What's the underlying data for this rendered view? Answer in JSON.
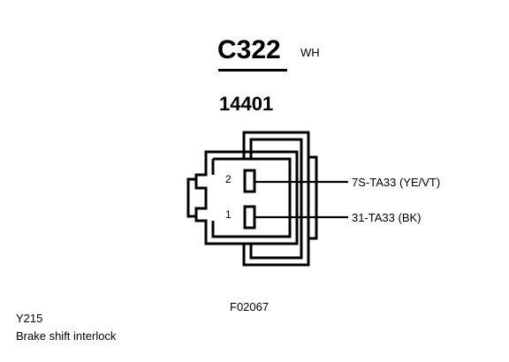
{
  "connector": {
    "id": "C322",
    "color_code": "WH",
    "part_number": "14401"
  },
  "pins": [
    {
      "number": "2",
      "circuit": "7S-TA33 (YE/VT)"
    },
    {
      "number": "1",
      "circuit": "31-TA33 (BK)"
    }
  ],
  "figure_id": "F02067",
  "component": {
    "id": "Y215",
    "name": "Brake shift interlock"
  }
}
